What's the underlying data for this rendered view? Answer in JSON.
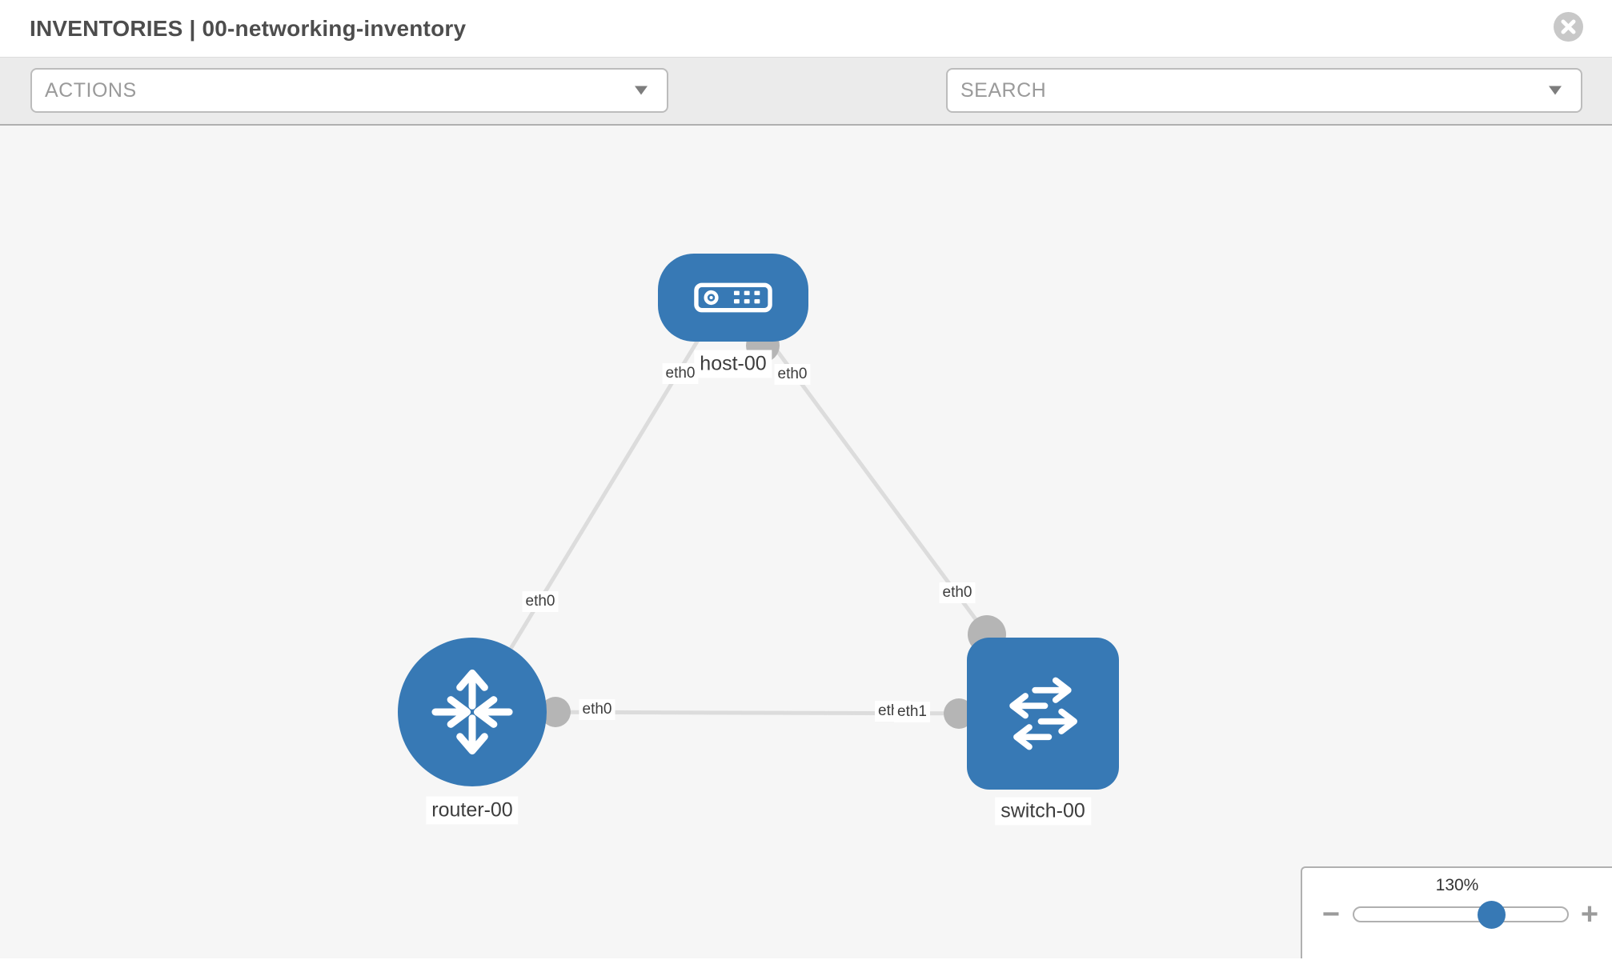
{
  "window": {
    "title": "INVENTORIES | 00-networking-inventory"
  },
  "toolbar": {
    "actions_label": "ACTIONS",
    "search_label": "SEARCH",
    "icons": [
      "wrench-icon",
      "key-icon",
      "dropdown-caret-icon",
      "close-circle-icon"
    ]
  },
  "diagram": {
    "nodes": [
      {
        "id": "host-00",
        "type": "host",
        "label": "host-00"
      },
      {
        "id": "router-00",
        "type": "router",
        "label": "router-00"
      },
      {
        "id": "switch-00",
        "type": "switch",
        "label": "switch-00"
      }
    ],
    "links": [
      {
        "from": "host-00",
        "from_iface": "eth0",
        "to": "router-00",
        "to_iface": "eth0"
      },
      {
        "from": "host-00",
        "from_iface": "eth0",
        "to": "switch-00",
        "to_iface": "eth0"
      },
      {
        "from": "router-00",
        "from_iface": "eth0",
        "to": "switch-00",
        "to_iface": "eth1"
      }
    ],
    "occluded_iface_label": "eth0"
  },
  "zoom_control": {
    "level": "130%",
    "percent": 130,
    "minus_label": "−",
    "plus_label": "+"
  },
  "colors": {
    "node_blue": "#3779b5",
    "line_gray": "#dcdcdc",
    "dot_gray": "#b5b5b5",
    "canvas_bg": "#f6f6f6",
    "toolbar_bg": "#ebebeb"
  }
}
